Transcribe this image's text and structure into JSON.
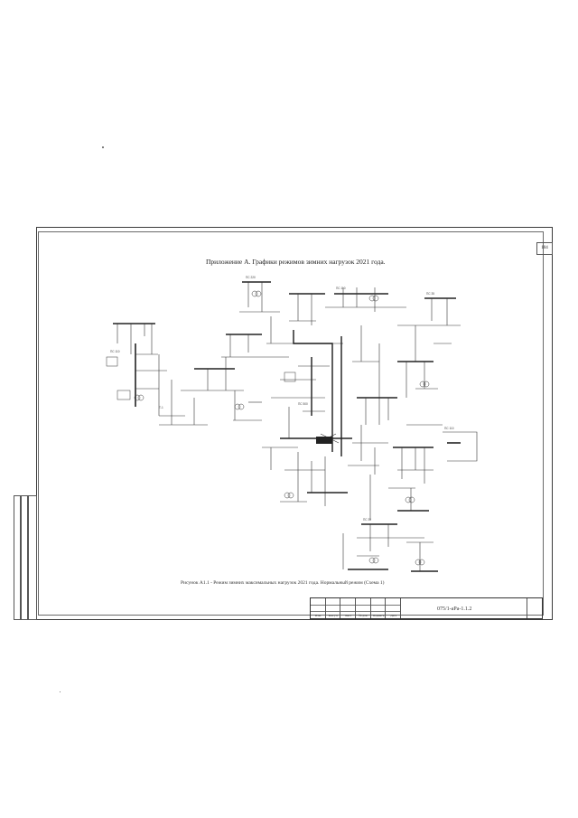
{
  "document": {
    "title": "Приложение А. Графики режимов зимних нагрузок 2021 года.",
    "caption": "Рисунок А1.1 - Режим зимних максимальных нагрузок 2021 года. Нормальный режим (Схема 1)",
    "sheet_number": "104",
    "doc_code": "075/1-аРа-1.1.2",
    "stamp_labels": [
      "Изм.",
      "Кол.уч.",
      "Лист",
      "№ док.",
      "Подпись",
      "Дата"
    ]
  }
}
